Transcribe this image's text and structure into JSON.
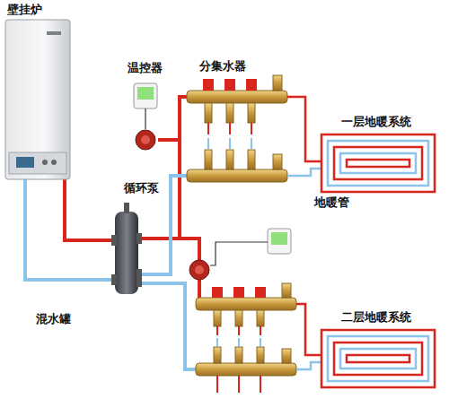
{
  "diagram": {
    "labels": [
      "壁挂炉",
      "温控器",
      "分集水器",
      "循环泵",
      "地暖管",
      "一层地暖系统",
      "混水罐",
      "二层地暖系统"
    ]
  }
}
